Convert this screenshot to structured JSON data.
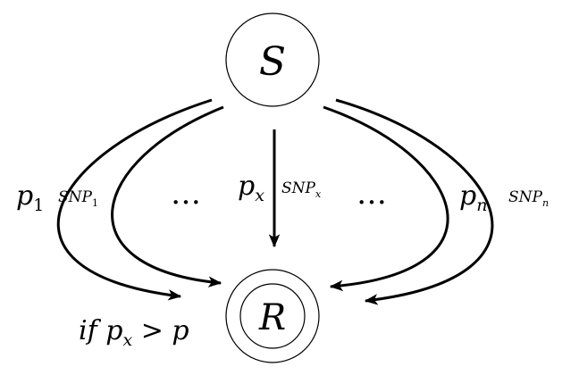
{
  "nodes": {
    "source": {
      "label": "S"
    },
    "receiver": {
      "label": "R",
      "annotation": {
        "prefix": "if ",
        "var": "p",
        "sub": "x",
        "op": " > ",
        "rhs": "p"
      }
    }
  },
  "edges": {
    "p1": {
      "prob": "p",
      "prob_sub": "1",
      "snp": "SNP",
      "snp_sub": "1"
    },
    "px": {
      "prob": "p",
      "prob_sub": "x",
      "snp": "SNP",
      "snp_sub": "x"
    },
    "pn": {
      "prob": "p",
      "prob_sub": "n",
      "snp": "SNP",
      "snp_sub": "n"
    }
  },
  "ellipsis": "…",
  "colors": {
    "stroke": "#000000",
    "background": "#ffffff"
  }
}
